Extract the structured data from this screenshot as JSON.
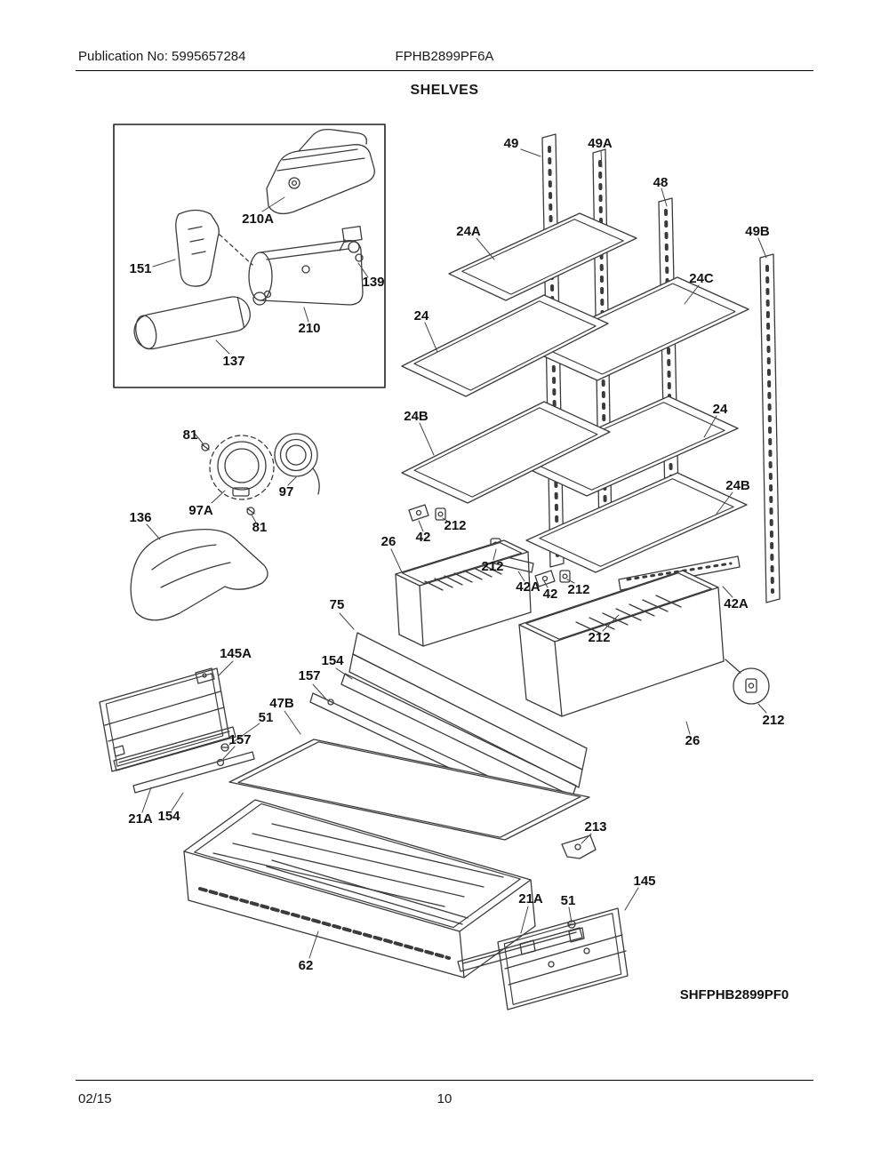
{
  "header": {
    "publication": "Publication No: 5995657284",
    "model": "FPHB2899PF6A",
    "title": "SHELVES"
  },
  "footer": {
    "date": "02/15",
    "page": "10"
  },
  "diagram": {
    "code": "SHFPHB2899PF0"
  },
  "callouts": {
    "c49": "49",
    "c49a": "49A",
    "c48": "48",
    "c49b": "49B",
    "c24a": "24A",
    "c24c": "24C",
    "c24_1": "24",
    "c24b_1": "24B",
    "c24_2": "24",
    "c24b_2": "24B",
    "c210a": "210A",
    "c151": "151",
    "c139": "139",
    "c210": "210",
    "c137": "137",
    "c81_1": "81",
    "c97": "97",
    "c97a": "97A",
    "c81_2": "81",
    "c136": "136",
    "c26_1": "26",
    "c42_1": "42",
    "c212_1": "212",
    "c212_2": "212",
    "c42a_1": "42A",
    "c42_2": "42",
    "c212_3": "212",
    "c212_4": "212",
    "c42a_2": "42A",
    "c212_5": "212",
    "c26_2": "26",
    "c75": "75",
    "c154_1": "154",
    "c157_1": "157",
    "c47b": "47B",
    "c145a": "145A",
    "c51_1": "51",
    "c157_2": "157",
    "c21a_1": "21A",
    "c154_2": "154",
    "c62": "62",
    "c213": "213",
    "c21a_2": "21A",
    "c51_2": "51",
    "c145": "145"
  }
}
